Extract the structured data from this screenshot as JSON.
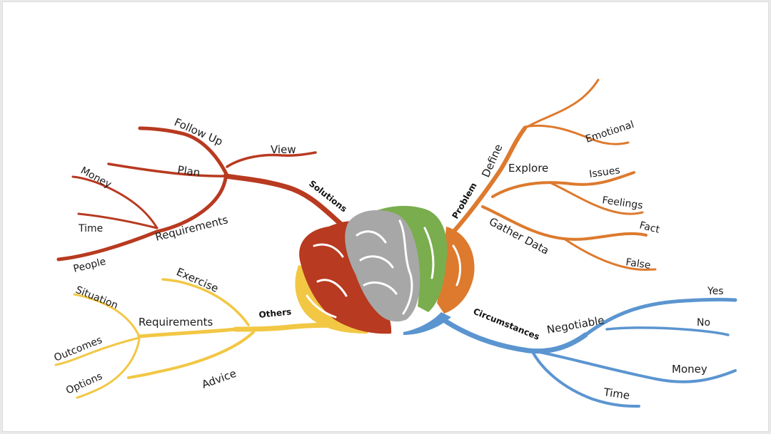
{
  "colors": {
    "solutions": "#b83a20",
    "problem": "#dd7a2e",
    "circumstances": "#5b95d0",
    "others": "#f2c744",
    "brain_gray": "#a7a7a7",
    "brain_green": "#7aad4d"
  },
  "solutions": {
    "title": "Solutions",
    "follow_up": "Follow Up",
    "view": "View",
    "plan": "Plan",
    "requirements": "Requirements",
    "money": "Money",
    "time": "Time",
    "people": "People"
  },
  "problem": {
    "title": "Problem",
    "define": "Define",
    "emotional": "Emotional",
    "explore": "Explore",
    "issues": "Issues",
    "feelings": "Feelings",
    "gather_data": "Gather Data",
    "fact": "Fact",
    "false": "False"
  },
  "circumstances": {
    "title": "Circumstances",
    "negotiable": "Negotiable",
    "yes": "Yes",
    "no": "No",
    "money": "Money",
    "time": "Time"
  },
  "others": {
    "title": "Others",
    "exercise": "Exercise",
    "requirements": "Requirements",
    "advice": "Advice",
    "situation": "Situation",
    "outcomes": "Outcomes",
    "options": "Options"
  }
}
